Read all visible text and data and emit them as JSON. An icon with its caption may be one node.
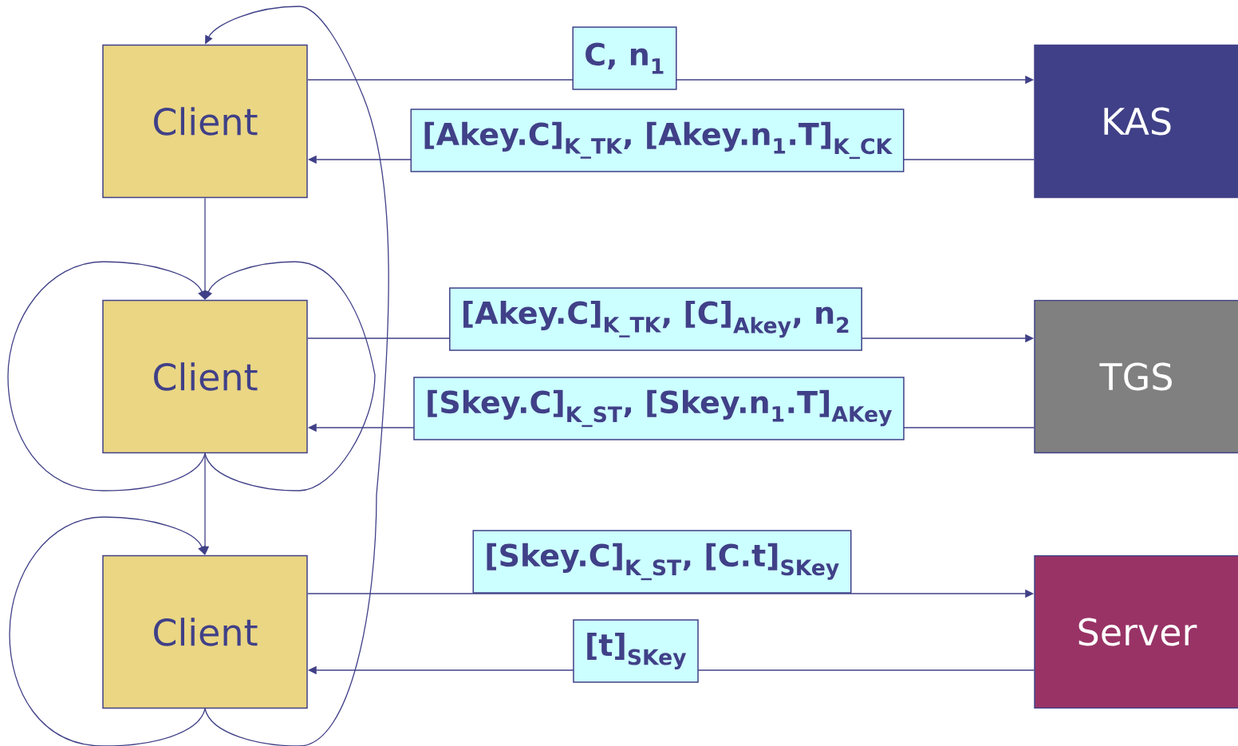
{
  "diagram": {
    "nodes": [
      {
        "text": [
          "Client"
        ]
      },
      {
        "text": [
          "KAS"
        ]
      },
      {
        "text": [
          "Client"
        ]
      },
      {
        "text": [
          "TGS"
        ]
      },
      {
        "text": [
          "Client"
        ]
      },
      {
        "text": [
          "Server"
        ]
      }
    ],
    "edges": [
      {
        "from": 0,
        "to": 1,
        "arrow": "to",
        "label": "C, n$_{1}$"
      },
      {
        "from": 1,
        "to": 0,
        "arrow": "to",
        "label": "[Akey.C]$_{K_TK}$, [Akey.n$_{1}$.T]$_{K_CK}$"
      },
      {
        "from": 0,
        "to": 2,
        "arrow": "to"
      },
      {
        "from": 2,
        "to": 3,
        "arrow": "to",
        "label": "[Akey.C]$_{K_TK}$, [C]$_{Akey}$, n$_{2}$"
      },
      {
        "from": 3,
        "to": 2,
        "arrow": "to",
        "label": "[Skey.C]$_{K_ST}$, [Skey.n$_{1}$.T]$_{AKey}$"
      },
      {
        "from": 2,
        "to": 4,
        "arrow": "to"
      },
      {
        "from": 4,
        "to": 5,
        "arrow": "to",
        "label": "[Skey.C]$_{K_ST}$, [C.t]$_{SKey}$"
      },
      {
        "from": 5,
        "to": 4,
        "arrow": "to",
        "label": "[t]$_{SKey}$"
      },
      {
        "from": 2,
        "to": 2,
        "arrow": "to"
      },
      {
        "from": 2,
        "to": 2,
        "arrow": "to"
      },
      {
        "from": 4,
        "to": 4,
        "arrow": "to"
      },
      {
        "from": 4,
        "to": 0,
        "arrow": "to"
      }
    ]
  }
}
